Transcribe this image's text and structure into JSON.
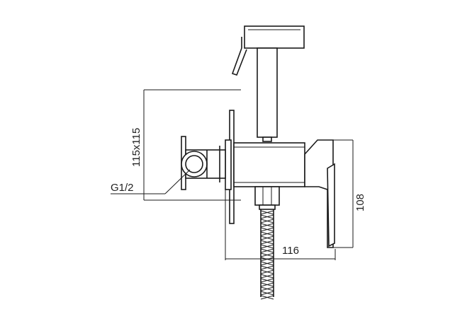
{
  "drawing": {
    "dim_plate": "115x115",
    "dim_thread": "G1/2",
    "dim_height": "108",
    "dim_width": "116",
    "line_color": "#1a1a1a",
    "background_color": "#ffffff"
  }
}
